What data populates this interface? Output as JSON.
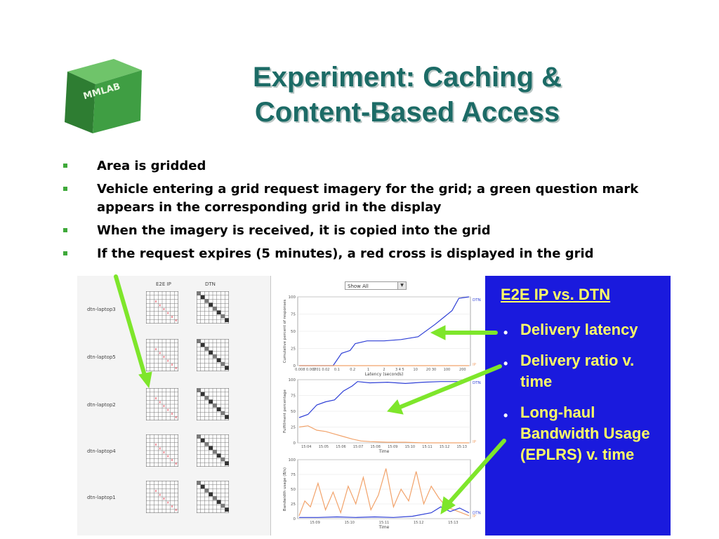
{
  "logo": {
    "text": "MMLAB"
  },
  "title": {
    "line1": "Experiment: Caching &",
    "line2": "Content-Based Access"
  },
  "bullets": [
    "Area is gridded",
    "Vehicle entering a grid request imagery for the grid; a green question mark appears in the corresponding grid in the display",
    "When the imagery is received, it is copied into the grid",
    "If the request expires (5 minutes), a red cross is displayed in the grid"
  ],
  "figure": {
    "left_panel": {
      "columns": [
        "E2E IP",
        "DTN"
      ],
      "rows": [
        "dtn-laptop3",
        "dtn-laptop5",
        "dtn-laptop2",
        "dtn-laptop4",
        "dtn-laptop1"
      ]
    },
    "dropdown": {
      "value": "Show All"
    },
    "blue_panel": {
      "heading": "E2E IP vs. DTN",
      "items": [
        "Delivery latency",
        "Delivery ratio v. time",
        "Long-haul Bandwidth Usage (EPLRS) v. time"
      ]
    }
  },
  "chart_data": [
    {
      "type": "line",
      "ylabel": "Cumulative percent of responses",
      "xlabel": "Latency (seconds)",
      "ylim": [
        0,
        100
      ],
      "yticks": [
        "0",
        "25",
        "50",
        "75",
        "100"
      ],
      "xticks": [
        "0.008 0.007",
        "0.01 0.02",
        "0.1",
        "0.2",
        "1",
        "2",
        "3 4 5",
        "10",
        "20 30",
        "100",
        "200"
      ],
      "series": [
        {
          "name": "DTN",
          "x": [
            0,
            1,
            2,
            2.5,
            3,
            3.3,
            4,
            5,
            6,
            7,
            8,
            9,
            9.4,
            10
          ],
          "values": [
            0,
            0,
            0,
            18,
            22,
            32,
            36,
            36,
            38,
            42,
            60,
            80,
            98,
            100
          ]
        },
        {
          "name": "IP",
          "x": [
            0,
            10
          ],
          "values": [
            0,
            0
          ]
        }
      ]
    },
    {
      "type": "line",
      "ylabel": "Fulfillment percentage",
      "xlabel": "Time",
      "ylim": [
        0,
        100
      ],
      "yticks": [
        "0",
        "25",
        "50",
        "75",
        "100"
      ],
      "xticks": [
        "15:04",
        "15:05",
        "15:06",
        "15:07",
        "15:08",
        "15:09",
        "15:10",
        "15:11",
        "15:12",
        "15:13"
      ],
      "series": [
        {
          "name": "DTN",
          "x": [
            0,
            0.5,
            1,
            1.5,
            2,
            2.5,
            3,
            3.3,
            4,
            5,
            6,
            7,
            8,
            9,
            9.6
          ],
          "values": [
            40,
            45,
            60,
            65,
            68,
            82,
            90,
            97,
            95,
            96,
            94,
            96,
            97,
            97,
            98
          ]
        },
        {
          "name": "IP",
          "x": [
            0,
            0.5,
            1,
            1.5,
            2,
            2.5,
            3,
            3.5,
            4,
            5,
            6,
            7,
            8,
            9,
            9.6
          ],
          "values": [
            25,
            27,
            20,
            18,
            14,
            10,
            6,
            3,
            2,
            1,
            1,
            0,
            0,
            0,
            0
          ]
        }
      ]
    },
    {
      "type": "line",
      "ylabel": "Bandwidth usage (B/s)",
      "xlabel": "Time",
      "yticks": [
        "0",
        "25",
        "50",
        "75",
        "100"
      ],
      "xticks": [
        "15:09",
        "15:10",
        "15:11",
        "15:12",
        "15:13"
      ],
      "series": [
        {
          "name": "IP",
          "x": [
            0,
            0.3,
            0.6,
            1,
            1.4,
            1.8,
            2.2,
            2.6,
            3,
            3.4,
            3.8,
            4.2,
            4.6,
            5,
            5.4,
            5.8,
            6.2,
            6.6,
            7,
            7.4,
            7.8,
            8.2,
            8.6,
            9
          ],
          "values": [
            5,
            30,
            20,
            60,
            15,
            45,
            10,
            55,
            25,
            70,
            15,
            40,
            85,
            20,
            50,
            30,
            80,
            25,
            55,
            35,
            20,
            15,
            10,
            5
          ]
        },
        {
          "name": "DTN",
          "x": [
            0,
            1,
            2,
            3,
            4,
            5,
            6,
            7,
            7.5,
            8,
            8.5,
            9
          ],
          "values": [
            2,
            2,
            3,
            2,
            3,
            2,
            4,
            10,
            20,
            12,
            18,
            10
          ]
        }
      ]
    }
  ],
  "colors": {
    "title": "#1c6b66",
    "bullet": "#3fa93a",
    "dtn": "#2e3fd6",
    "ip": "#f2a36b",
    "panel_blue": "#1a1add",
    "panel_text": "#ffff66",
    "arrow": "#7ee62b"
  }
}
